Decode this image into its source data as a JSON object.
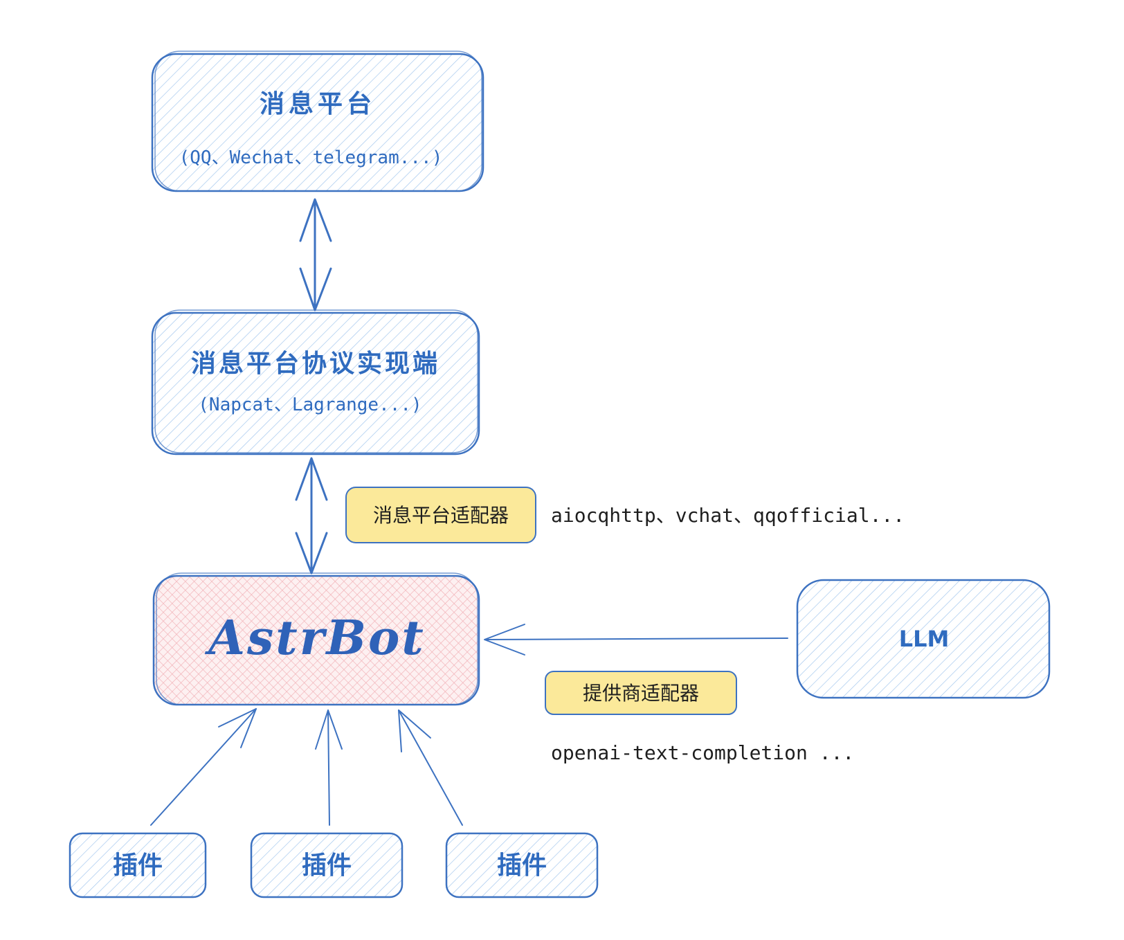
{
  "nodes": {
    "platform": {
      "title": "消息平台",
      "subtitle": "(QQ、Wechat、telegram...)"
    },
    "protocol": {
      "title": "消息平台协议实现端",
      "subtitle": "(Napcat、Lagrange...)"
    },
    "astrbot": {
      "title": "AstrBot"
    },
    "llm": {
      "title": "LLM"
    },
    "plugins": [
      {
        "label": "插件"
      },
      {
        "label": "插件"
      },
      {
        "label": "插件"
      }
    ]
  },
  "labels": {
    "platform_adapter": {
      "tag": "消息平台适配器",
      "examples": "aiocqhttp、vchat、qqofficial..."
    },
    "provider_adapter": {
      "tag": "提供商适配器",
      "examples": "openai-text-completion ..."
    }
  },
  "colors": {
    "stroke": "#3d72c1",
    "text_blue": "#2f6bbf",
    "hatch_blue": "#a5c8ee",
    "hatch_red": "#f2b3b8",
    "tag_fill": "#fbe99a"
  }
}
